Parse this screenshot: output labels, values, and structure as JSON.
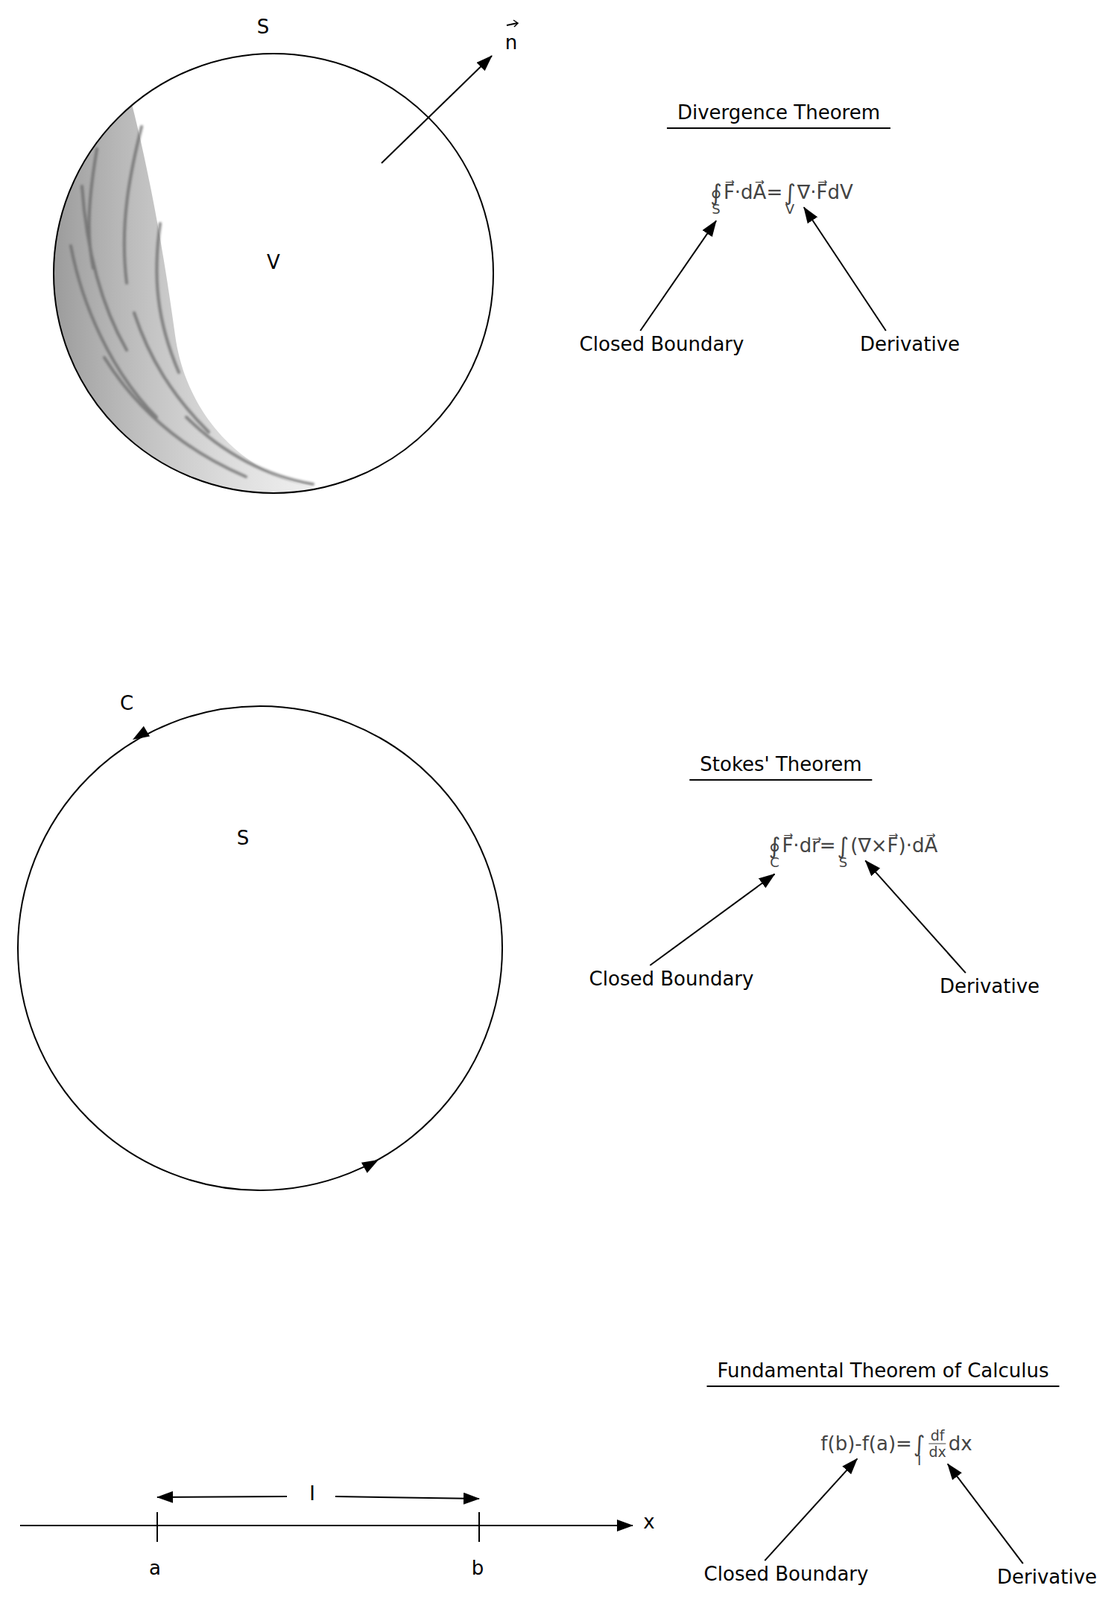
{
  "diagram": {
    "nodes": [
      {
        "text": [
          "S",
          "V"
        ]
      },
      {
        "text": [
          "C",
          "S"
        ]
      }
    ],
    "labels": [
      "n",
      "Divergence Theorem",
      "∮",
      "S",
      "F⃗·dA⃗=",
      "∫",
      "V",
      "∇·F⃗dV",
      "Closed Boundary",
      "Derivative",
      "Stokes' Theorem",
      "∮",
      "C",
      "F⃗·dr⃗=",
      "∫",
      "S",
      "(∇×F⃗)·dA⃗",
      "Closed Boundary",
      "Derivative",
      "I",
      "a",
      "b",
      "x",
      "Fundamental Theorem of Calculus",
      "f(b)-f(a)=",
      "∫",
      "I",
      "df",
      "dx",
      "dx",
      "Closed Boundary",
      "Derivative"
    ]
  }
}
